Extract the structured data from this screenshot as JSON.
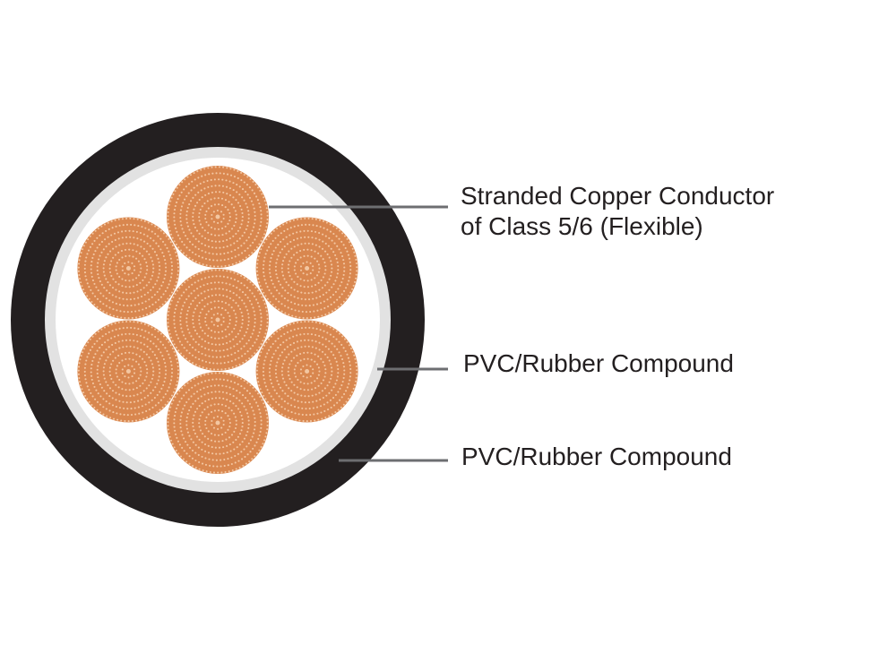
{
  "diagram": {
    "colors": {
      "outer_sheath": "#231f20",
      "insulation_ring": "#e2e2e2",
      "filler": "#ffffff",
      "copper": "#d9874f",
      "copper_light": "#f3c7a2",
      "leader_line": "#6d6e71",
      "text": "#231f20"
    },
    "conductor_count": 7
  },
  "labels": {
    "conductor": {
      "line1": "Stranded Copper Conductor",
      "line2": "of Class 5/6 (Flexible)"
    },
    "insulation": "PVC/Rubber Compound",
    "sheath": "PVC/Rubber Compound"
  }
}
